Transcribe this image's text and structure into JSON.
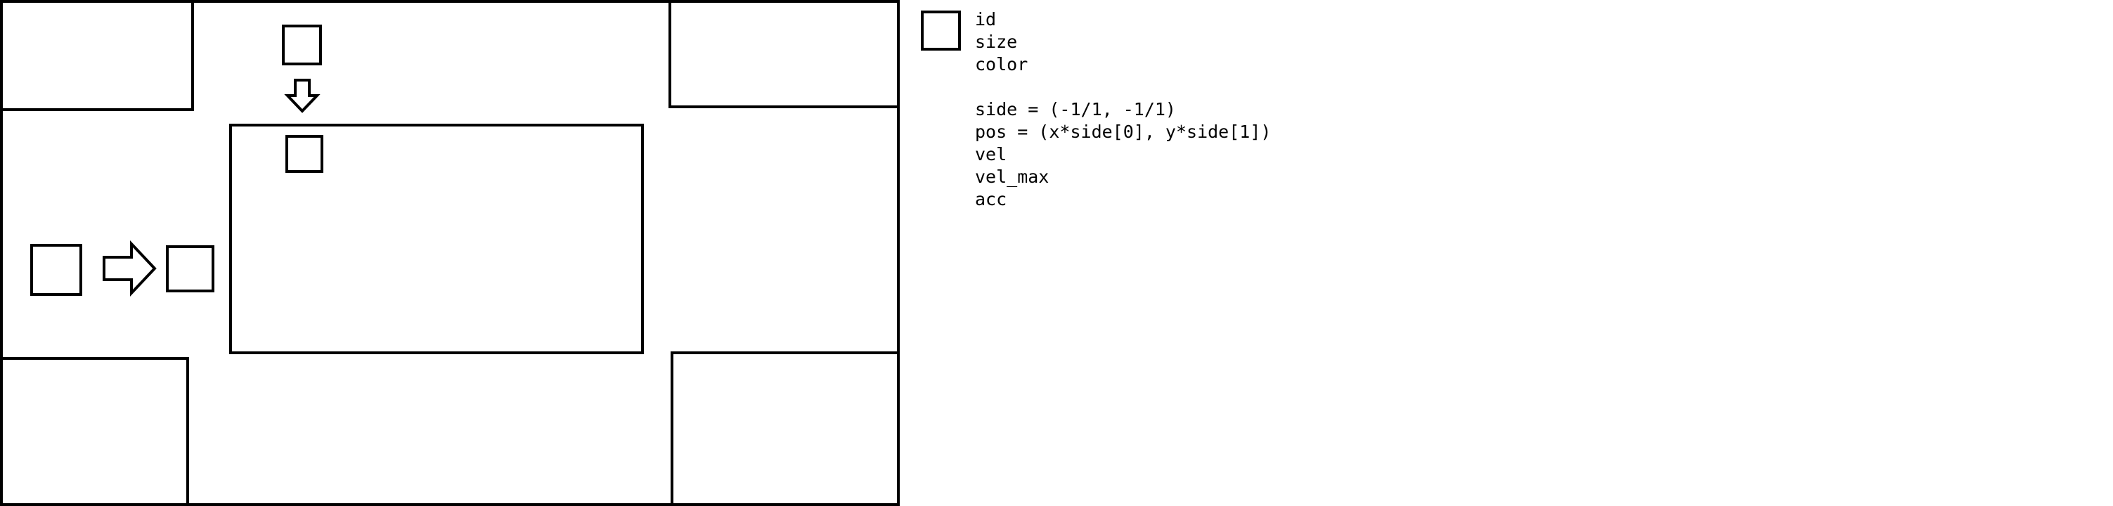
{
  "diagram": {
    "stroke_color": "#000000",
    "background_color": "#ffffff",
    "shapes": {
      "corner_boxes": [
        "top-left",
        "top-right",
        "bottom-left",
        "bottom-right"
      ],
      "center_box": "center-rectangle",
      "arrows": [
        {
          "name": "down-arrow-icon",
          "direction": "down"
        },
        {
          "name": "right-arrow-icon",
          "direction": "right"
        }
      ]
    },
    "legend": {
      "group_1": [
        "id",
        "size",
        "color"
      ],
      "group_2": [
        "side = (-1/1, -1/1)",
        "pos = (x*side[0], y*side[1])",
        "vel",
        "vel_max",
        "acc"
      ]
    }
  }
}
